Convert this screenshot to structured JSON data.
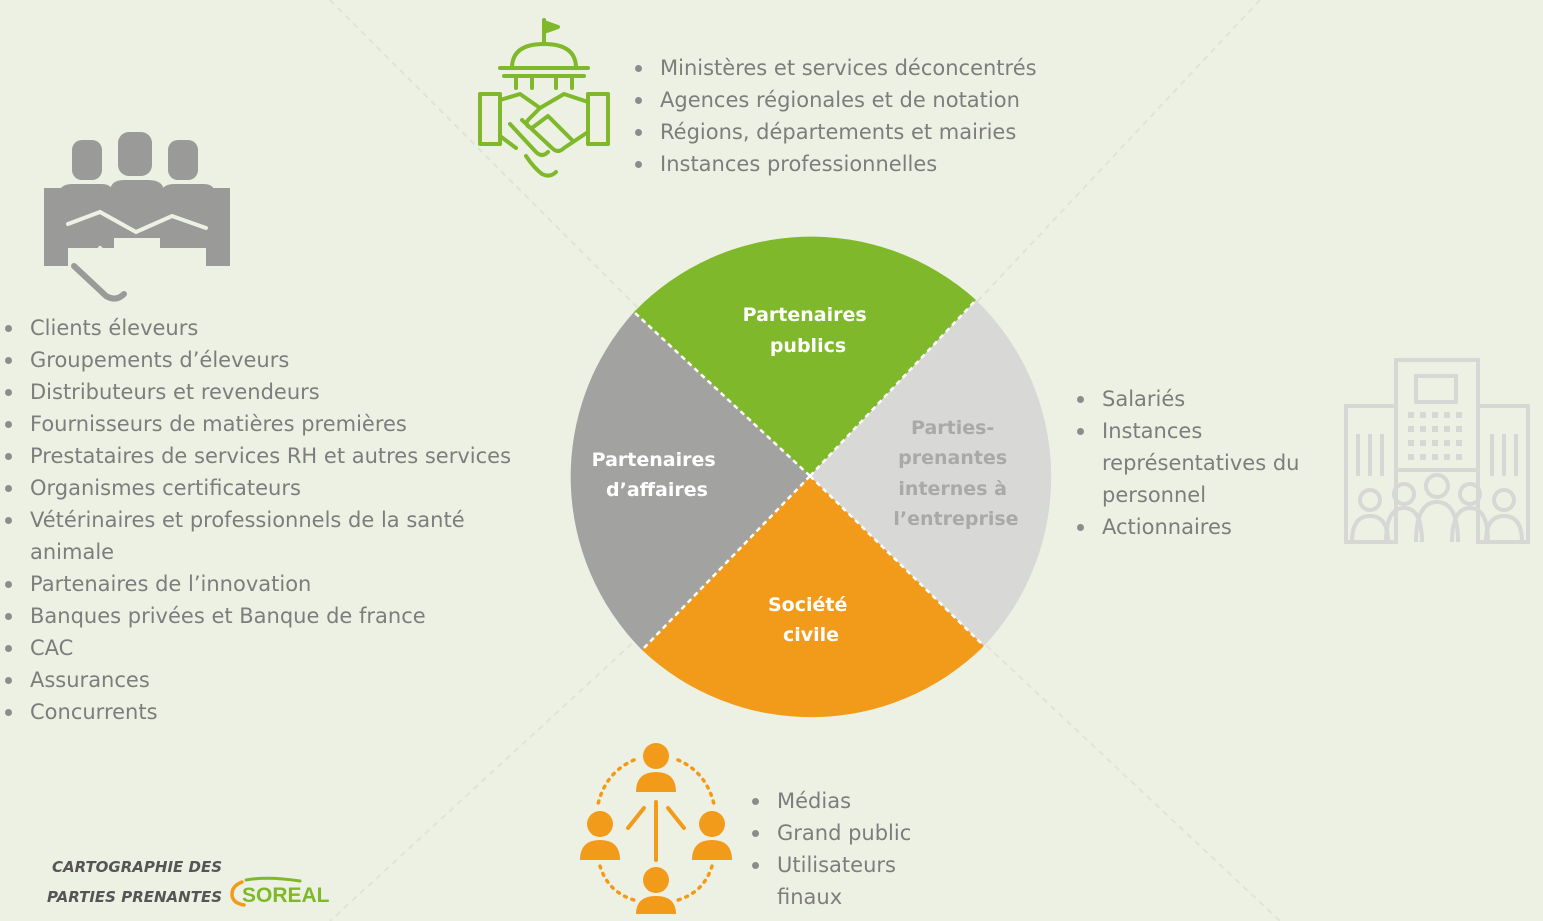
{
  "wheel": {
    "segments": {
      "public": {
        "line1": "Partenaires",
        "line2": "publics",
        "color": "#7fb82a"
      },
      "internal": {
        "line1": "Parties-",
        "line2": "prenantes",
        "line3": "internes à",
        "line4": "l’entreprise",
        "color": "#d8d8d6"
      },
      "civil": {
        "line1": "Société",
        "line2": "civile",
        "color": "#f29a19"
      },
      "business": {
        "line1": "Partenaires",
        "line2": "d’affaires",
        "color": "#a2a2a1"
      }
    }
  },
  "public_partners": {
    "icon": "government-handshake-icon",
    "items": [
      "Ministères et services déconcentrés",
      "Agences régionales et de notation",
      "Régions, départements et mairies",
      "Instances professionnelles"
    ]
  },
  "business_partners": {
    "icon": "business-people-handshake-icon",
    "items": [
      "Clients éleveurs",
      "Groupements d’éleveurs",
      "Distributeurs et revendeurs",
      "Fournisseurs de matières premières",
      "Prestataires de services RH et autres services",
      "Organismes certificateurs",
      "Vétérinaires et professionnels de la santé animale",
      "Partenaires de l’innovation",
      "Banques privées et Banque de france",
      "CAC",
      "Assurances",
      "Concurrents"
    ]
  },
  "internal_stakeholders": {
    "icon": "company-building-people-icon",
    "items": [
      "Salariés",
      "Instances représentatives du personnel",
      "Actionnaires"
    ]
  },
  "civil_society": {
    "icon": "people-network-icon",
    "items": [
      "Médias",
      "Grand public",
      "Utilisateurs finaux"
    ]
  },
  "footer": {
    "title_line1": "CARTOGRAPHIE DES",
    "title_line2": "PARTIES PRENANTES",
    "logo_text": "SOREAL"
  },
  "colors": {
    "green": "#7fb82a",
    "orange": "#f29a19",
    "grey": "#a2a2a1",
    "light_grey": "#d8d8d6",
    "background": "#edf1e3"
  }
}
